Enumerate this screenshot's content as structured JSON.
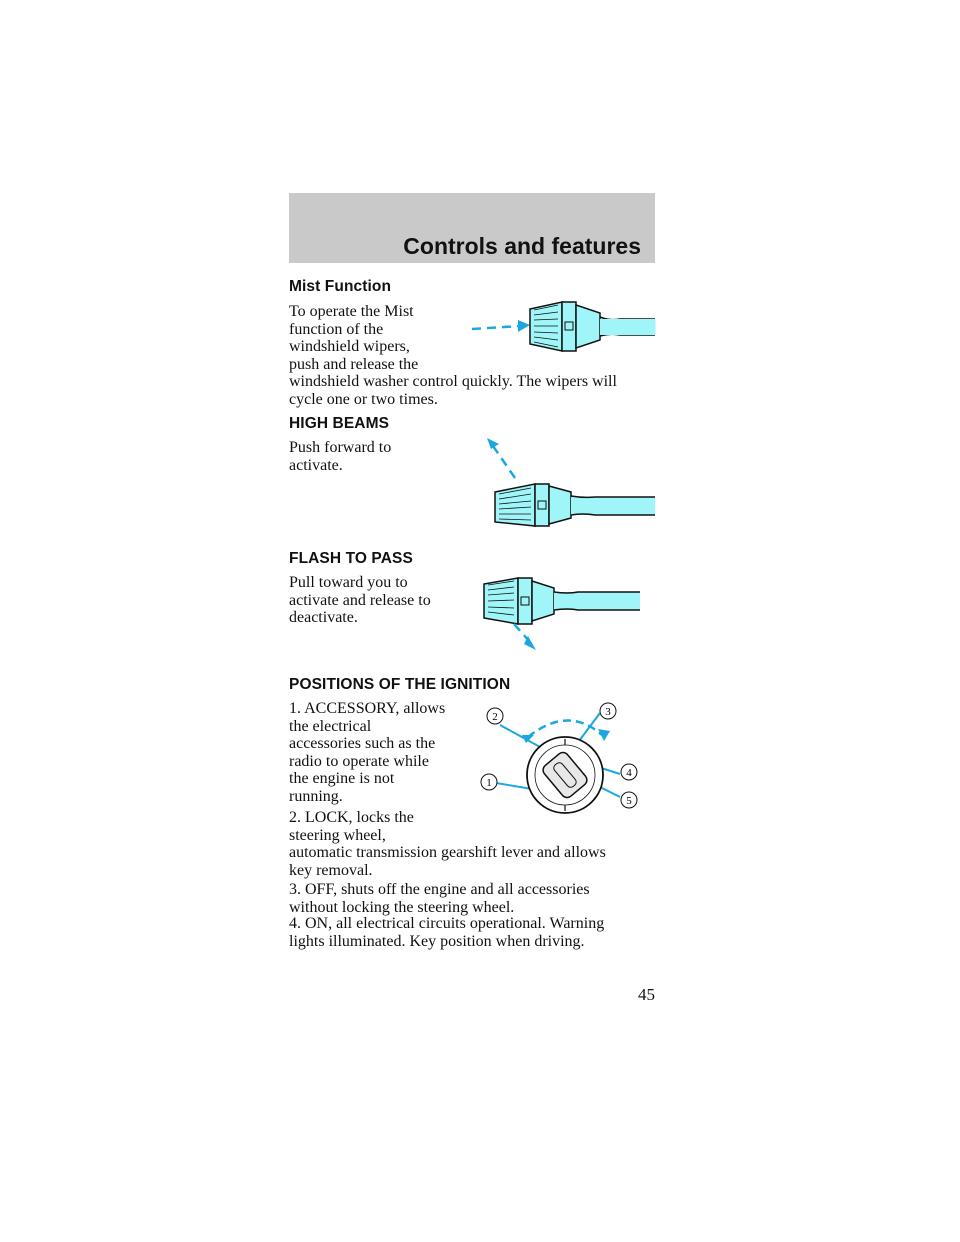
{
  "header": {
    "title": "Controls and features"
  },
  "mist": {
    "heading": "Mist Function",
    "lines": [
      "To operate the Mist",
      "function of the",
      "windshield wipers,",
      "push and release the",
      "windshield washer control quickly. The wipers will",
      "cycle one or two times."
    ]
  },
  "high_beams": {
    "heading": "HIGH BEAMS",
    "lines": [
      "Push forward to",
      "activate."
    ]
  },
  "flash": {
    "heading": "FLASH TO PASS",
    "lines": [
      "Pull toward you to",
      "activate and release to",
      "deactivate."
    ]
  },
  "ignition": {
    "heading": "POSITIONS OF THE IGNITION",
    "item1_lines": [
      "1. ACCESSORY, allows",
      "the electrical",
      "accessories such as the",
      "radio to operate while",
      "the engine is not",
      "running."
    ],
    "item2_lines": [
      "2. LOCK, locks the",
      "steering wheel,",
      "automatic transmission gearshift lever and allows",
      "key removal."
    ],
    "item3_lines": [
      "3. OFF, shuts off the engine and all accessories",
      "without locking the steering wheel."
    ],
    "item4_lines": [
      "4. ON, all electrical circuits operational. Warning",
      "lights illuminated. Key position when driving."
    ],
    "callouts": [
      "1",
      "2",
      "3",
      "4",
      "5"
    ]
  },
  "colors": {
    "stalk_fill": "#9ff5f7",
    "dash_arrow": "#1ba8e0",
    "header_bg": "#c9c9c9"
  },
  "page_number": "45"
}
